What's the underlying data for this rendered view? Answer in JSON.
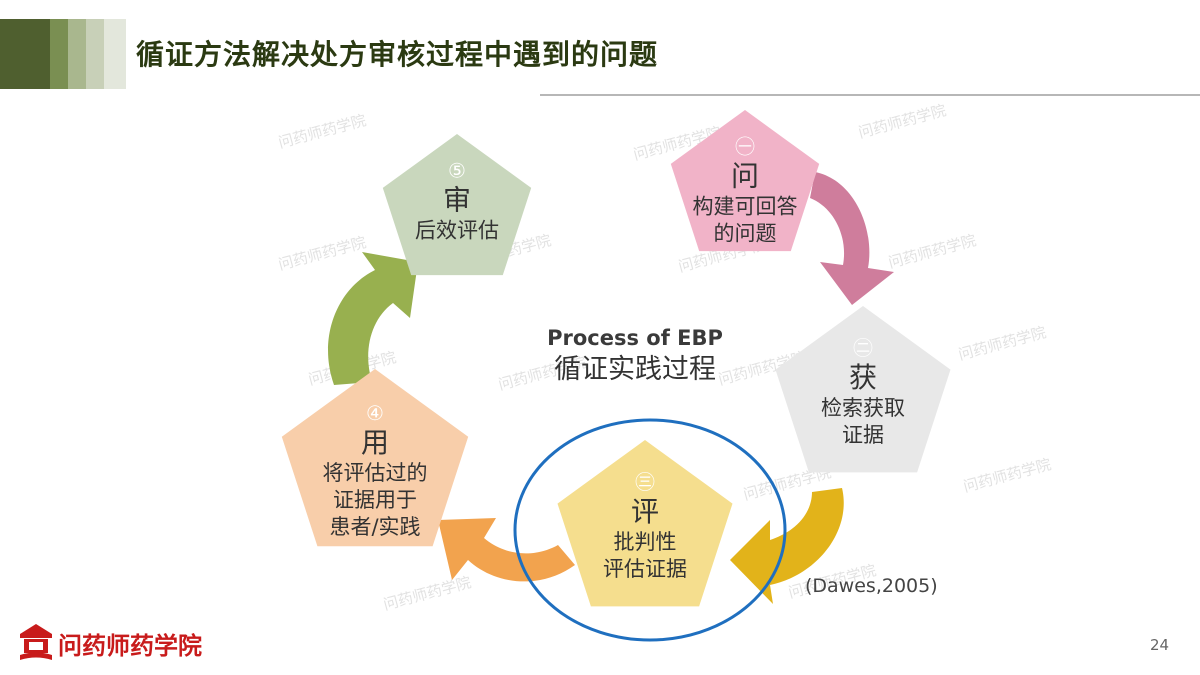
{
  "slide": {
    "title": "循证方法解决处方审核过程中遇到的问题",
    "page_number": "24"
  },
  "center": {
    "title_en": "Process of EBP",
    "title_cn": "循证实践过程"
  },
  "citation": "(Dawes,2005)",
  "steps": [
    {
      "num": "㊀",
      "char": "问",
      "desc1": "构建可回答",
      "desc2": "的问题",
      "desc3": "",
      "color": "#f1b3c8",
      "text_color": "#333333",
      "char_color": "#333333"
    },
    {
      "num": "㊁",
      "char": "获",
      "desc1": "检索获取",
      "desc2": "证据",
      "desc3": "",
      "color": "#e8e8e8",
      "text_color": "#333333",
      "char_color": "#333333"
    },
    {
      "num": "㊂",
      "char": "评",
      "desc1": "批判性",
      "desc2": "评估证据",
      "desc3": "",
      "color": "#f5de8e",
      "text_color": "#333333",
      "char_color": "#333333"
    },
    {
      "num": "④",
      "char": "用",
      "desc1": "将评估过的",
      "desc2": "证据用于",
      "desc3": "患者/实践",
      "color": "#f8ceaa",
      "text_color": "#333333",
      "char_color": "#333333"
    },
    {
      "num": "⑤",
      "char": "审",
      "desc1": "后效评估",
      "desc2": "",
      "desc3": "",
      "color": "#c9d7bd",
      "text_color": "#333333",
      "char_color": "#333333"
    }
  ],
  "arrows": {
    "pink": "#cf7d9c",
    "gold": "#e2b31a",
    "orange": "#f2a34e",
    "green": "#98b04f"
  },
  "highlight_color": "#1f6fbf",
  "watermark": "问药师药学院",
  "logo": {
    "text": "问药师药学院",
    "color": "#c81b1b"
  }
}
